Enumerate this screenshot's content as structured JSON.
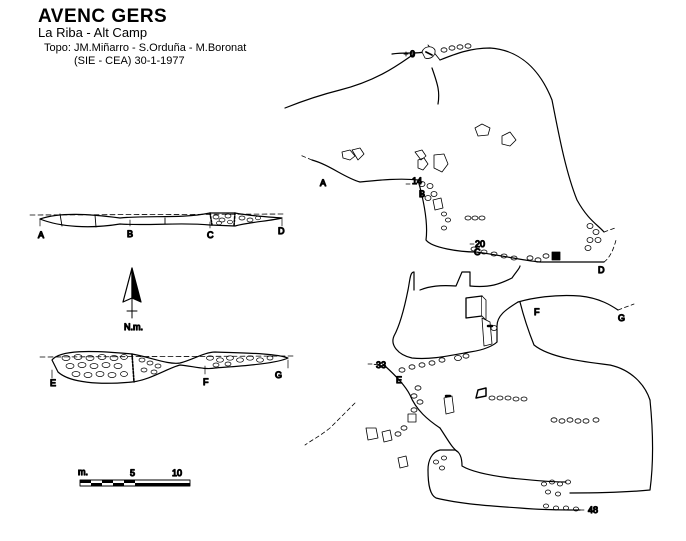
{
  "header": {
    "title": "AVENC GERS",
    "subtitle": "La Riba - Alt Camp",
    "authors": "Topo: JM.Miñarro - S.Orduña - M.Boronat",
    "credits": "(SIE - CEA)    30-1-1977"
  },
  "sections": {
    "top": [
      "A",
      "B",
      "C",
      "D"
    ],
    "bottom": [
      "E",
      "F",
      "G"
    ]
  },
  "north": {
    "label": "N.m."
  },
  "scale": {
    "unit": "m.",
    "mid": "5",
    "end": "10"
  },
  "plan": {
    "depths": [
      "0",
      "14",
      "20",
      "33",
      "48"
    ],
    "letters": [
      "A",
      "B",
      "C",
      "D",
      "E",
      "F",
      "G"
    ]
  }
}
